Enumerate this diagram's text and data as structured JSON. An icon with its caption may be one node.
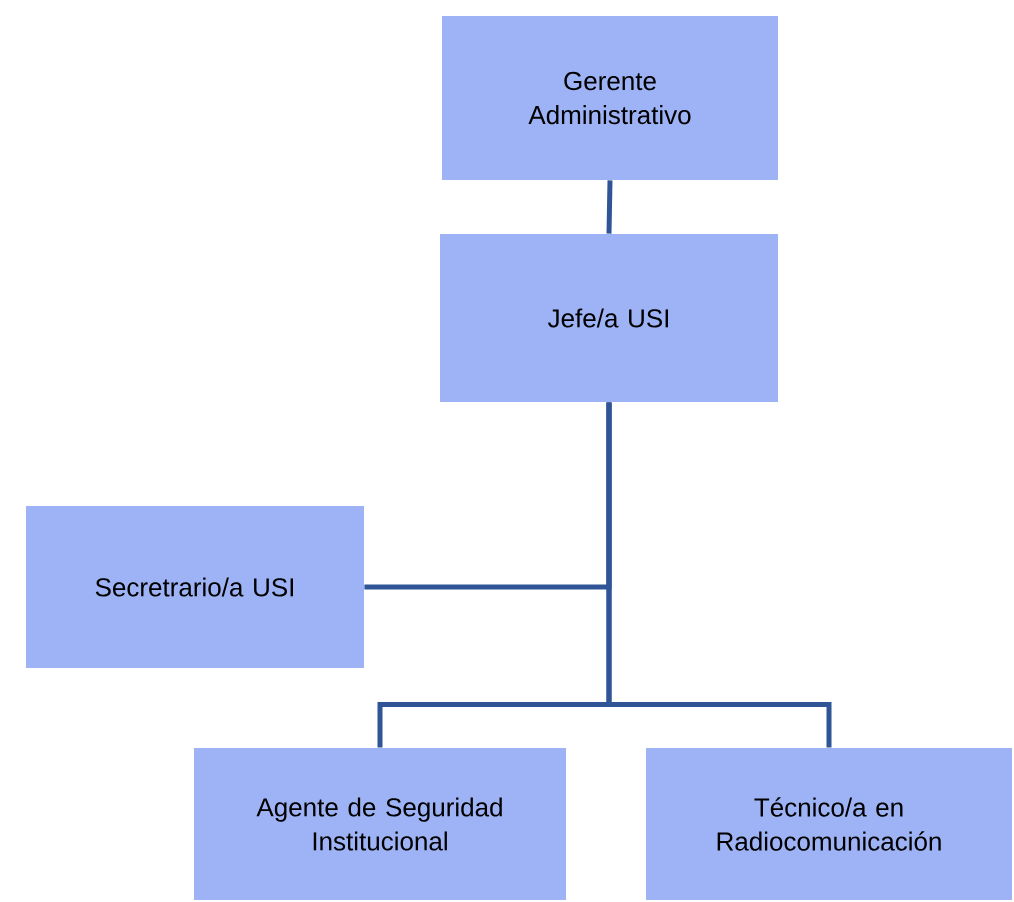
{
  "diagram": {
    "nodes": [
      {
        "text": [
          "Gerente Administrativo"
        ]
      },
      {
        "text": [
          "Jefe/a USI"
        ]
      },
      {
        "text": [
          "Secretrario/a USI"
        ]
      },
      {
        "text": [
          "Agente de Seguridad Institucional"
        ]
      },
      {
        "text": [
          "Técnico/a en Radiocomunicación"
        ]
      }
    ],
    "edges": [
      {
        "from": 0,
        "to": 1,
        "arrow": "none"
      },
      {
        "from": 1,
        "to": 2,
        "arrow": "none"
      },
      {
        "from": 1,
        "to": 3,
        "arrow": "none"
      },
      {
        "from": 1,
        "to": 4,
        "arrow": "none"
      }
    ]
  }
}
